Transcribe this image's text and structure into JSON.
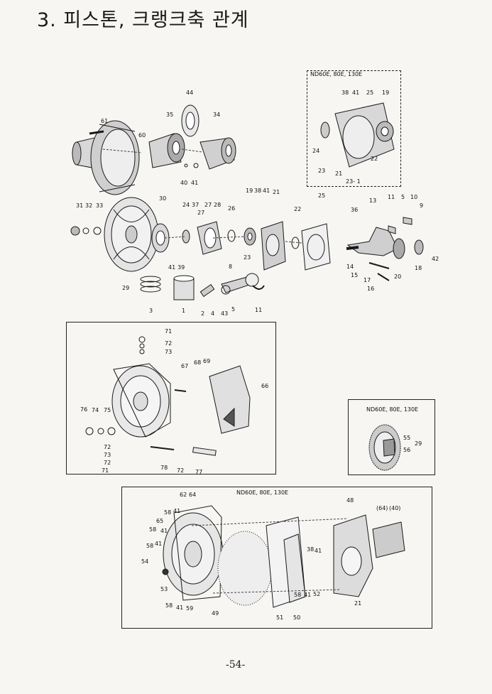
{
  "page": {
    "title": "3. 피스톤, 크랭크축 관계",
    "page_number": "-54-"
  },
  "boxes": {
    "top_right_header": "ND60E, 80E, 130E",
    "right_mid_header": "ND60E, 80E, 130E",
    "bottom_header": "ND60E, 80E, 130E"
  },
  "labels": {
    "top_box": [
      "38",
      "41",
      "25",
      "19",
      "24",
      "22",
      "23",
      "21",
      "23- 1"
    ],
    "main": [
      "44",
      "35",
      "34",
      "61",
      "60",
      "40",
      "41",
      "31",
      "32",
      "33",
      "30",
      "24",
      "37",
      "27",
      "27",
      "28",
      "26",
      "19",
      "38",
      "41",
      "21",
      "22",
      "25",
      "23",
      "41",
      "39",
      "29",
      "3",
      "1",
      "2",
      "4",
      "43",
      "5",
      "8",
      "11",
      "36",
      "13",
      "11",
      "5",
      "10",
      "9",
      "14",
      "15",
      "17",
      "16",
      "20",
      "18",
      "42"
    ],
    "mid_box": [
      "71",
      "72",
      "73",
      "67",
      "68",
      "69",
      "66",
      "76",
      "74",
      "75",
      "72",
      "73",
      "72",
      "71",
      "78",
      "72",
      "77"
    ],
    "right_box": [
      "55",
      "56",
      "29"
    ],
    "bottom_box": [
      "62",
      "64",
      "48",
      "(64)",
      "(40)",
      "58",
      "41",
      "65",
      "58",
      "41",
      "41",
      "58",
      "54",
      "38",
      "41",
      "53",
      "58",
      "41",
      "59",
      "49",
      "51",
      "50",
      "58",
      "41",
      "52",
      "21"
    ]
  }
}
